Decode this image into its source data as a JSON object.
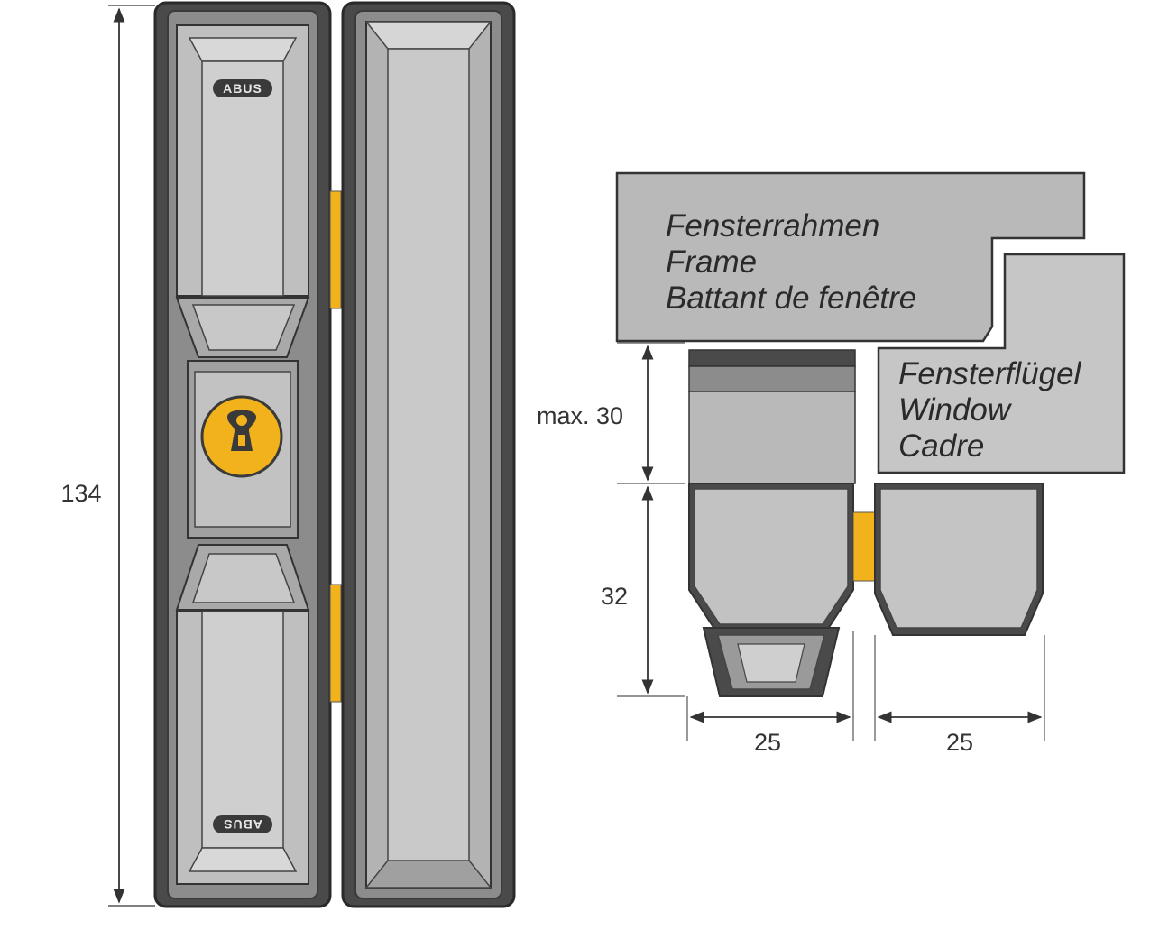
{
  "colors": {
    "housing_dark": "#4a4a4a",
    "housing_mid": "#8c8c8c",
    "panel_light": "#c8c8c8",
    "panel_face": "#bdbdbd",
    "accent_yellow": "#f2b21c",
    "frame_fill": "#b9b9b9",
    "line": "#333333"
  },
  "lock": {
    "brand_top": "ABUS",
    "brand_bottom": "ABUS",
    "keyhole_icon": "key-cylinder-icon"
  },
  "dimensions": {
    "height": "134",
    "max_gap": "max. 30",
    "depth": "32",
    "width_left": "25",
    "width_right": "25"
  },
  "labels": {
    "frame": [
      "Fensterrahmen",
      "Frame",
      "Battant de fenêtre"
    ],
    "sash": [
      "Fensterflügel",
      "Window",
      "Cadre"
    ]
  }
}
